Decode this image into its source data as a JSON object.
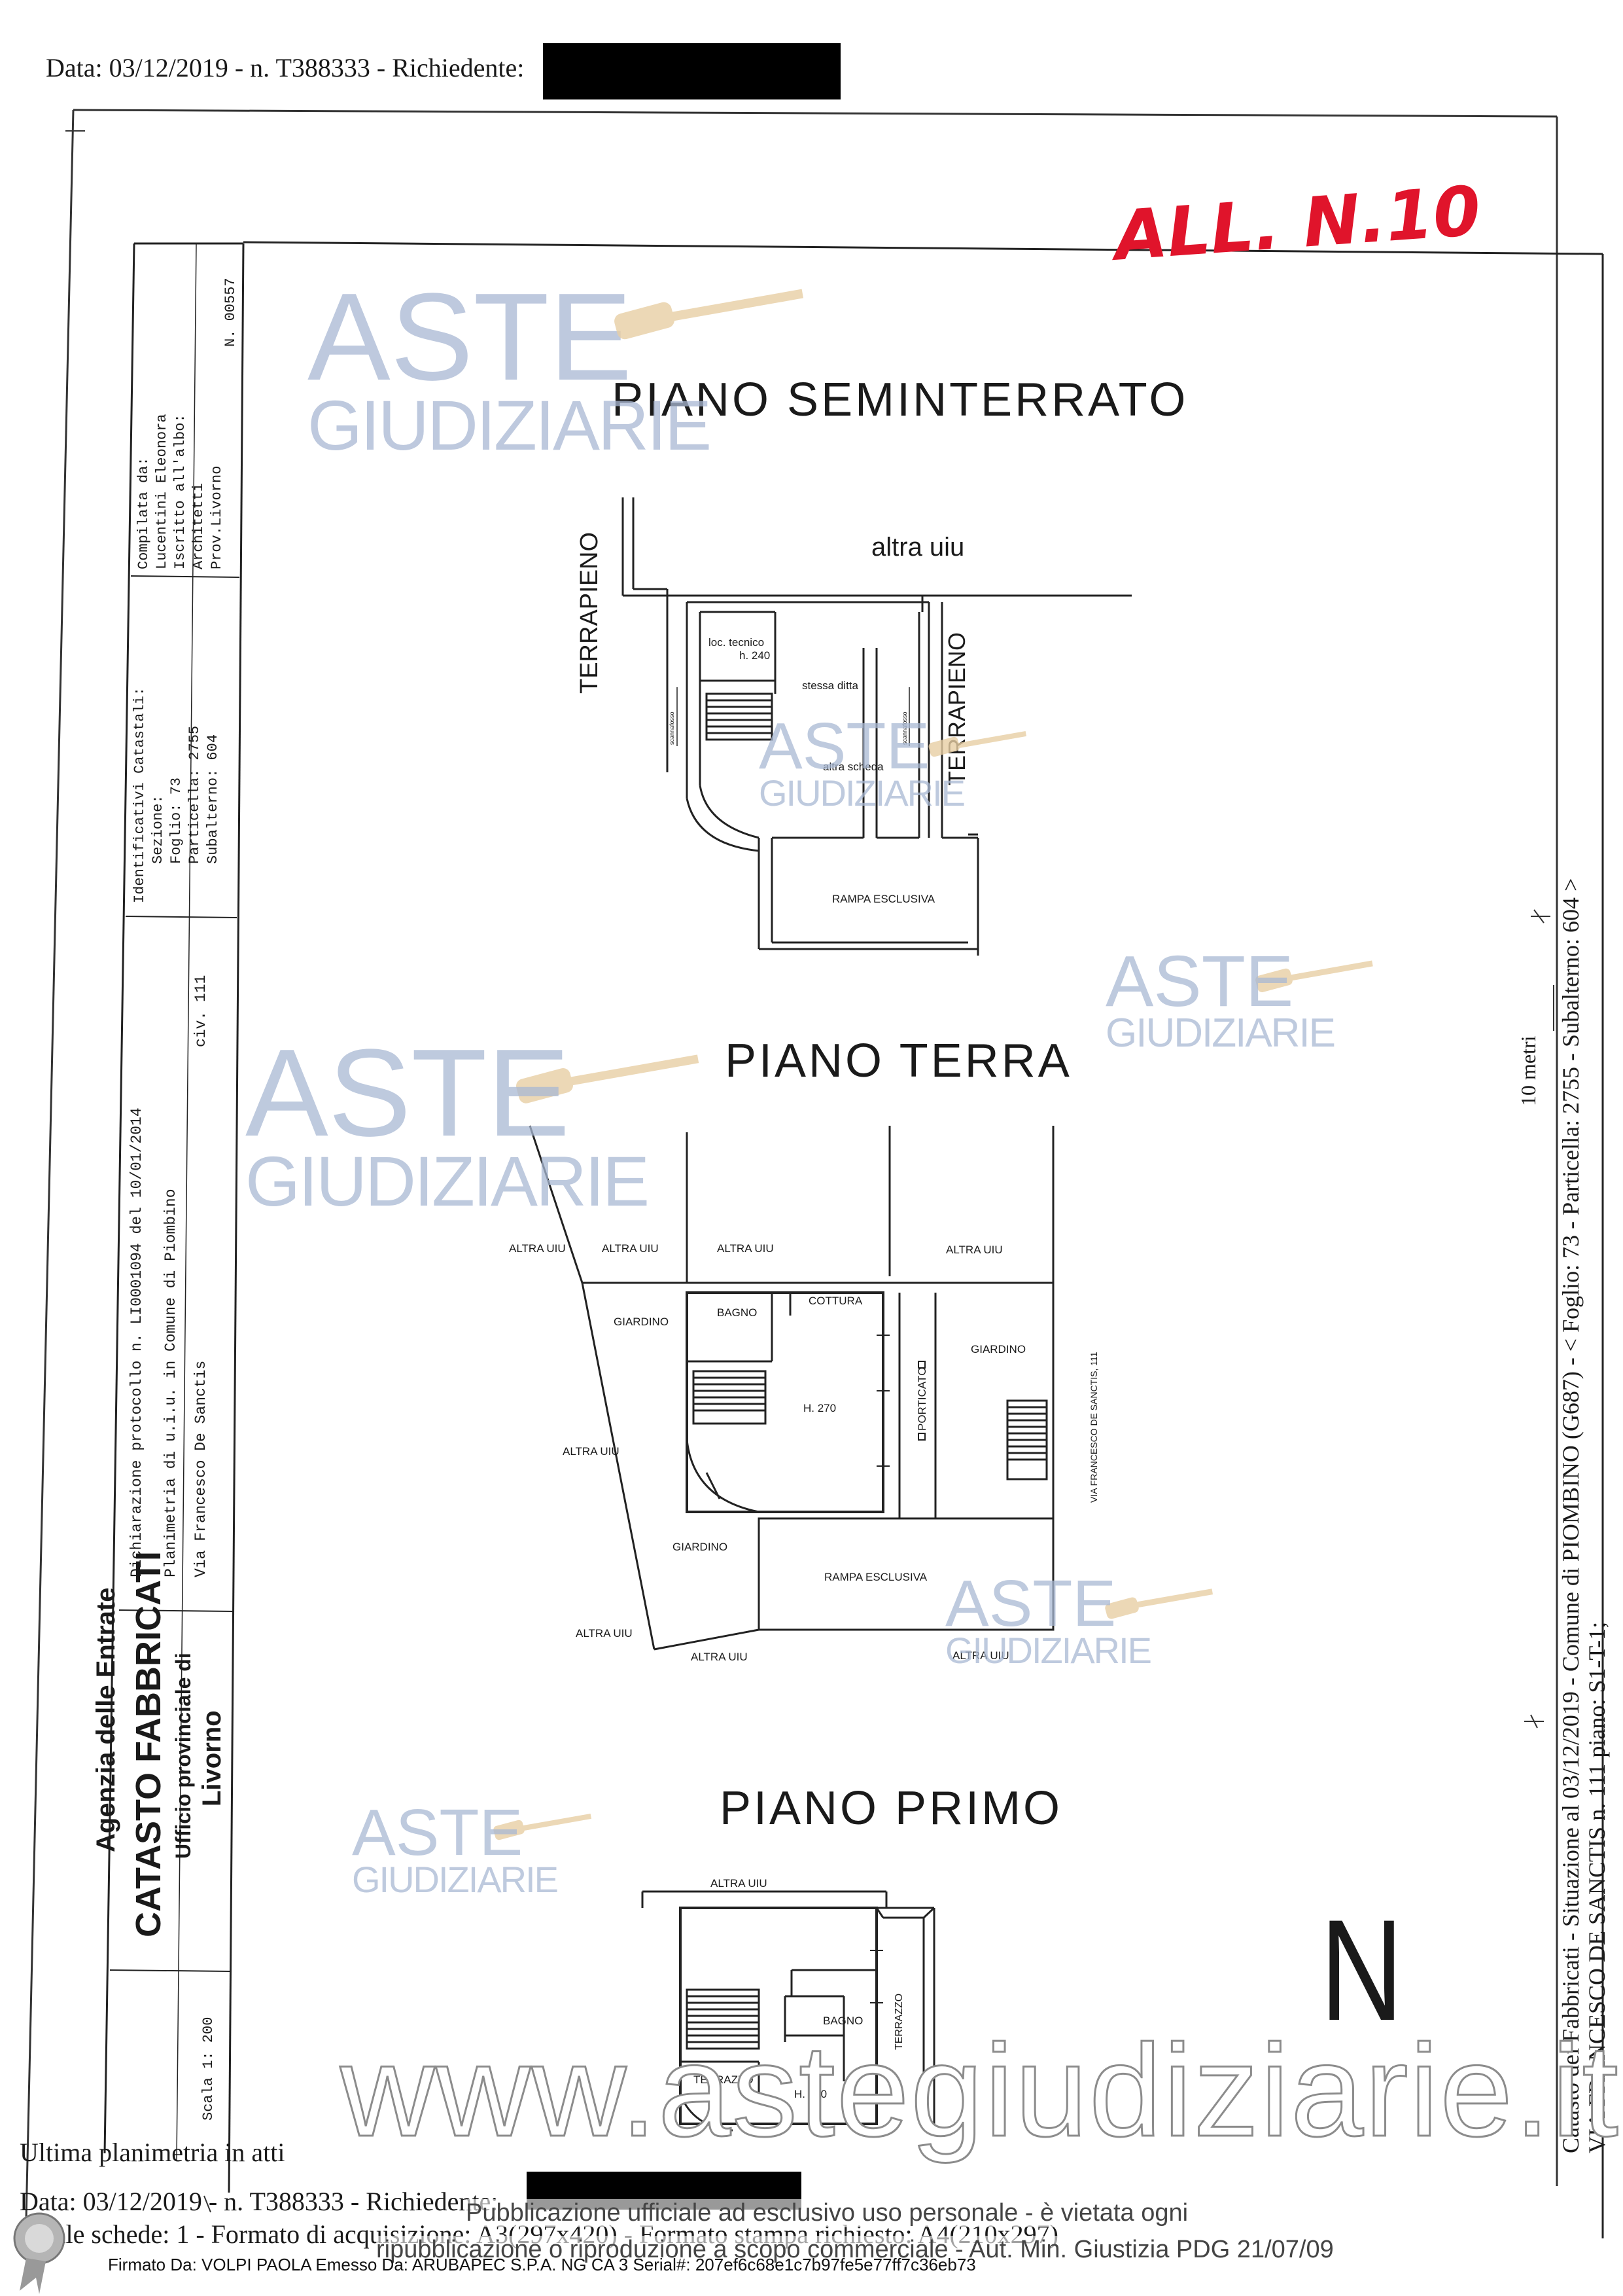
{
  "header": {
    "line": "Data: 03/12/2019 - n. T388333 - Richiedente:"
  },
  "annotation": "ALL. N.10",
  "side_panel": {
    "agency": "Agenzia delle Entrate",
    "catasto": "CATASTO FABBRICATI",
    "ufficio": "Ufficio provinciale di",
    "provincia": "Livorno",
    "dichiarazione": "Dichiarazione protocollo n.  LI0001094  del  10/01/2014",
    "planimetria": "Planimetria di u.i.u. in Comune di Piombino",
    "indirizzo": "Via Francesco De Sanctis",
    "civ": "civ.  111",
    "identificativi": [
      "Identificativi Catastali:",
      "Sezione:",
      "Foglio: 73",
      "Particella: 2755",
      "Subalterno: 604"
    ],
    "compilata": [
      "Compilata da:",
      "Lucentini Eleonora",
      "Iscritto all'albo:",
      "Architetti",
      "Prov.Livorno"
    ],
    "numero": "N. 00557",
    "scala": "Scala 1: 200"
  },
  "right_margin": {
    "line1": "Catasto dei Fabbricati - Situazione al 03/12/2019 - Comune di PIOMBINO (G687) - < Foglio: 73 - Particella: 2755 - Subalterno: 604 >",
    "line2": "VIA FRANCESCO DE SANCTIS n. 111 piano: S1-T-1;",
    "metri": "10 metri"
  },
  "floors": {
    "seminterrato": {
      "title": "PIANO  SEMINTERRATO",
      "labels": {
        "altra_uiu": "altra uiu",
        "terrapieno_left": "TERRAPIENO",
        "terrapieno_right": "TERRAPIENO",
        "loc_tecnico": "loc. tecnico",
        "h240": "h. 240",
        "stessa_ditta": "stessa ditta",
        "altra_scheda": "altra scheda",
        "scannafosso_1": "scannafosso",
        "scannafosso_2": "scannafosso",
        "rampa": "RAMPA ESCLUSIVA"
      }
    },
    "terra": {
      "title": "PIANO  TERRA",
      "labels": {
        "altra_uiu_1": "ALTRA UIU",
        "altra_uiu_2": "ALTRA UIU",
        "altra_uiu_3": "ALTRA UIU",
        "altra_uiu_4": "ALTRA UIU",
        "altra_uiu_5": "ALTRA UIU",
        "altra_uiu_6": "ALTRA UIU",
        "altra_uiu_7": "ALTRA UIU",
        "altra_uiu_8": "ALTRA UIU",
        "giardino_1": "GIARDINO",
        "giardino_2": "GIARDINO",
        "giardino_3": "GIARDINO",
        "bagno": "BAGNO",
        "cottura": "COTTURA",
        "h270": "H. 270",
        "porticato": "PORTICATO",
        "via": "VIA FRANCESCO DE SANCTIS, 111",
        "rampa": "RAMPA ESCLUSIVA"
      }
    },
    "primo": {
      "title": "PIANO  PRIMO",
      "labels": {
        "altra_uiu": "ALTRA UIU",
        "bagno": "BAGNO",
        "terrazzo_1": "TERRAZZO",
        "terrazzo_2": "TERRAZZO",
        "h270": "H. 270"
      }
    }
  },
  "north_symbol": "N",
  "watermark": {
    "aste": "ASTE",
    "giudiziarie": "GIUDIZIARIE",
    "site": "www.astegiudiziarie.it"
  },
  "footer": {
    "ultima": "Ultima planimetria in atti",
    "line1": "Data: 03/12/2019 - n. T388333 - Richiedente:",
    "line2": "Totale schede:  1 - Formato di acquisizione: A3(297x420) - Formato stampa richiesto: A4(210x297)",
    "pubblicazione": "Pubblicazione ufficiale ad esclusivo uso personale - è vietata ogni",
    "ripubblicazione": "ripubblicazione o riproduzione a scopo commerciale - Aut. Min. Giustizia PDG 21/07/09",
    "firmato": "Firmato Da: VOLPI PAOLA Emesso Da: ARUBAPEC S.P.A. NG CA 3 Serial#: 207ef6c68e1c7b97fe5e77ff7c36eb73"
  }
}
